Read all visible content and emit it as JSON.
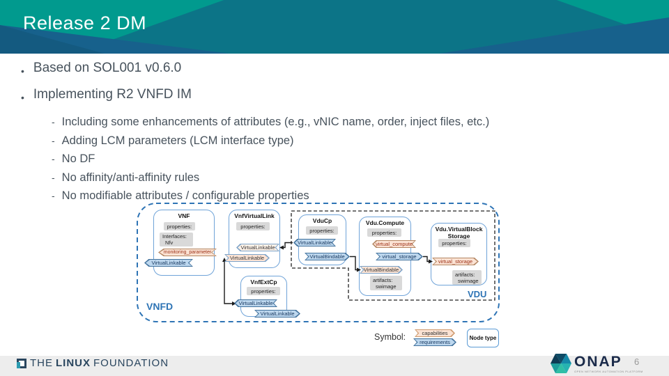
{
  "slide": {
    "title": "Release 2 DM",
    "bullet_char": "•",
    "dash_char": "-",
    "bullets": [
      "Based on SOL001 v0.6.0",
      "Implementing R2 VNFD IM"
    ],
    "sub_bullets": [
      "Including some enhancements of attributes (e.g., vNIC name, order, inject files, etc.)",
      "Adding LCM parameters (LCM interface type)",
      "No DF",
      "No affinity/anti-affinity rules",
      "No modifiable attributes / configurable properties"
    ],
    "page_number": "6"
  },
  "diagram": {
    "vnfd_label": "VNFD",
    "vdu_label": "VDU",
    "nodes": [
      {
        "title": "VNF",
        "chips": {
          "properties": "properties:",
          "interfaces_line1": "Interfaces:",
          "interfaces_line2": "Nfv"
        }
      },
      {
        "title": "VnfVirtualLink",
        "chips": {
          "properties": "properties:"
        }
      },
      {
        "title": "VnfExtCp",
        "chips": {
          "properties": "properties:"
        }
      },
      {
        "title": "VduCp",
        "chips": {
          "properties": "properties:"
        }
      },
      {
        "title": "Vdu.Compute",
        "chips": {
          "properties": "properties:",
          "artifacts_line1": "artifacts:",
          "artifacts_line2": "swimage"
        }
      },
      {
        "title": "Vdu.VirtualBlock Storage",
        "chips": {
          "properties": "properties:",
          "artifacts_line1": "artifacts:",
          "artifacts_line2": "swimage"
        }
      }
    ],
    "chevrons": [
      {
        "label": "monitoring_parameter"
      },
      {
        "label": "VirtualLinkable"
      },
      {
        "label": "VirtualLinkable"
      },
      {
        "label": "VirtualLinkable"
      },
      {
        "label": "VirtualLinkable"
      },
      {
        "label": "VirtualLinkable"
      },
      {
        "label": "VirtualLinkable"
      },
      {
        "label": "VirtualBindable"
      },
      {
        "label": "virtual_compute"
      },
      {
        "label": "virtual_storage"
      },
      {
        "label": "VirtualBindable"
      },
      {
        "label": "virtual_storage"
      }
    ],
    "legend": {
      "title": "Symbol:",
      "capabilities": "capabilities",
      "requirements": "requirements",
      "node_type": "Node type"
    }
  },
  "footer": {
    "lf": {
      "the": "THE",
      "linux": "LINUX",
      "foundation": "FOUNDATION"
    },
    "onap": {
      "name": "ONAP",
      "tagline": "OPEN NETWORK AUTOMATION PLATFORM"
    }
  },
  "colors": {
    "banner_green": "#019a8e",
    "banner_teal": "#0c7487",
    "banner_blue": "#17618c",
    "requirement_fill": "#bdd7ee",
    "requirement_border": "#41719c",
    "capability_fill": "#fbe3d4",
    "chip_gray": "#d9d9d9",
    "dashed_blue": "#2e74b5",
    "text_dark": "#47525c"
  }
}
